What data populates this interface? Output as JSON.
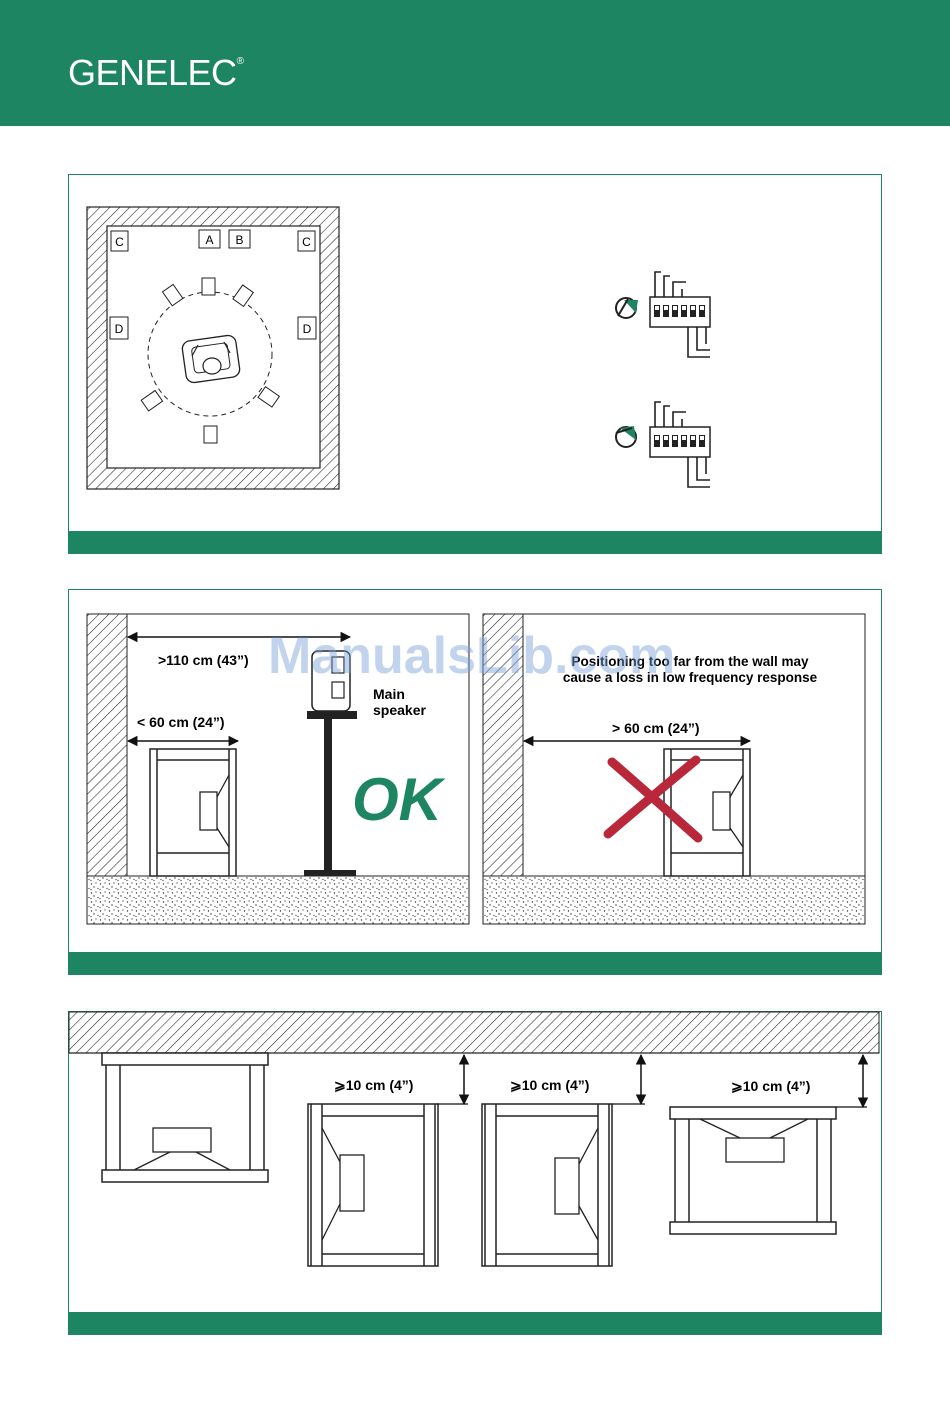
{
  "header": {
    "brand": "GENELEC",
    "brand_mark": "®",
    "background": "#1e8563"
  },
  "panel1": {
    "room_labels": {
      "front_left": "C",
      "front_center_a": "A",
      "front_center_b": "B",
      "front_right": "C",
      "side_left": "D",
      "side_right": "D"
    }
  },
  "panel2": {
    "left": {
      "distance_far": ">110 cm (43”)",
      "distance_near": "< 60 cm (24”)",
      "main_speaker_line1": "Main",
      "main_speaker_line2": "speaker",
      "ok": "OK"
    },
    "right": {
      "warning_line1": "Positioning too far from the wall may",
      "warning_line2": "cause a loss in low frequency response",
      "distance": "> 60 cm (24”)"
    }
  },
  "panel3": {
    "clearances": [
      "⩾10 cm (4”)",
      "⩾10 cm (4”)",
      "⩾10 cm (4”)"
    ]
  },
  "watermark": "ManualsLib.com",
  "colors": {
    "accent": "#1e8563",
    "cross": "#b8283a",
    "watermark": "#78a0d7"
  }
}
